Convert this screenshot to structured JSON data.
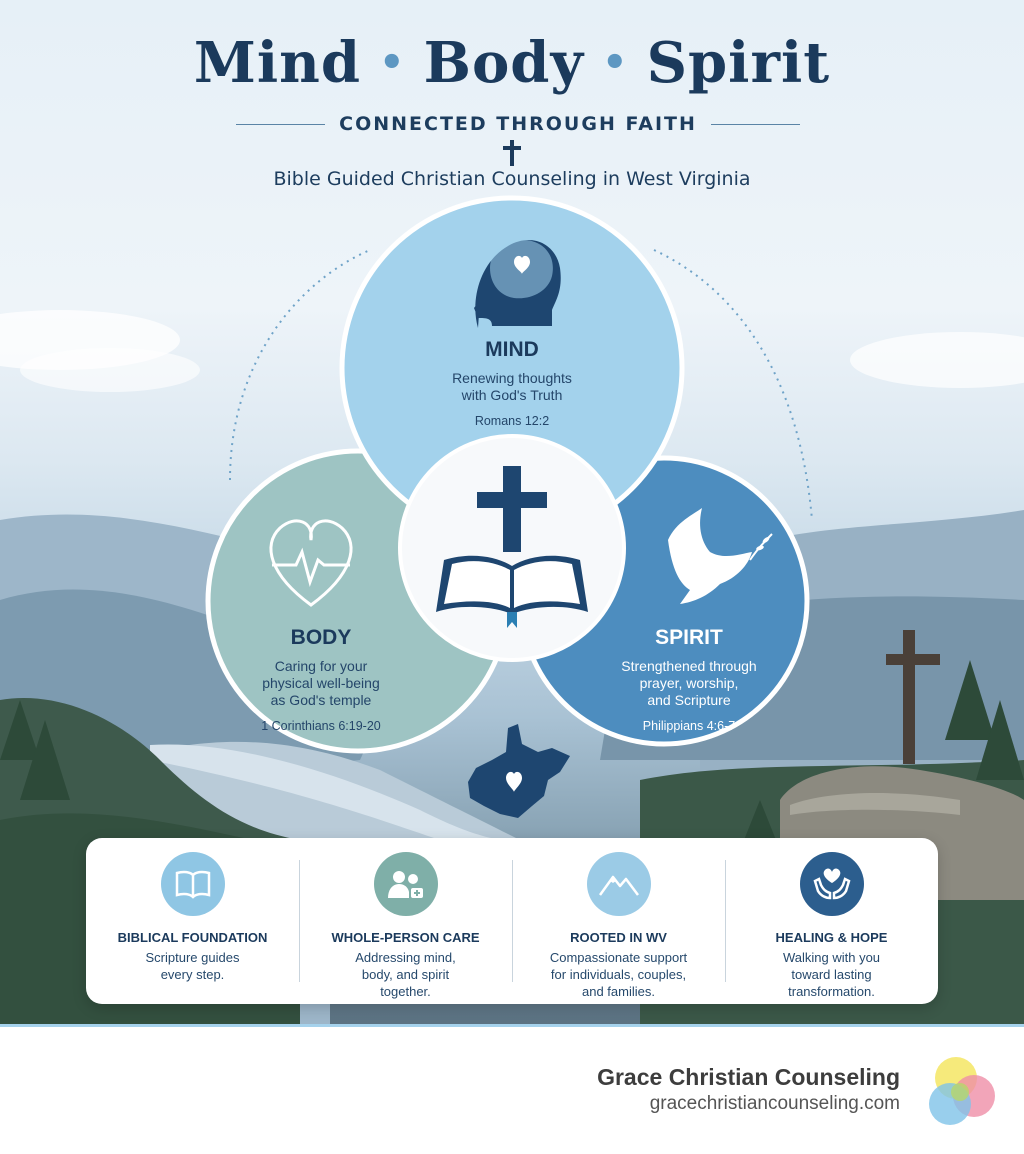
{
  "header": {
    "title_word_1": "Mind",
    "title_word_2": "Body",
    "title_word_3": "Spirit",
    "separator": "•",
    "subtitle": "CONNECTED THROUGH FAITH",
    "tagline": "Bible Guided Christian Counseling in West Virginia"
  },
  "circles": {
    "mind": {
      "title": "MIND",
      "line1": "Renewing thoughts",
      "line2": "with God's Truth",
      "reference": "Romans 12:2",
      "color": "#a3d2ec",
      "icon": "head-brain-icon"
    },
    "body": {
      "title": "BODY",
      "line1": "Caring for your",
      "line2": "physical well-being",
      "line3": "as God's temple",
      "reference": "1 Corinthians 6:19-20",
      "color": "#9ec4c3",
      "icon": "heartbeat-icon"
    },
    "spirit": {
      "title": "SPIRIT",
      "line1": "Strengthened through",
      "line2": "prayer, worship,",
      "line3": "and Scripture",
      "reference": "Philippians 4:6-7",
      "color": "#4d8dbf",
      "icon": "dove-icon"
    },
    "center_icon": "cross-bible-icon",
    "state_icon": "west-virginia-heart-icon"
  },
  "features": [
    {
      "title": "BIBLICAL FOUNDATION",
      "line1": "Scripture guides",
      "line2": "every step.",
      "icon": "open-book-icon",
      "color": "#8fc6e4"
    },
    {
      "title": "WHOLE-PERSON CARE",
      "line1": "Addressing mind,",
      "line2": "body, and spirit",
      "line3": "together.",
      "icon": "people-care-icon",
      "color": "#7fafa8"
    },
    {
      "title": "ROOTED IN WV",
      "line1": "Compassionate support",
      "line2": "for individuals, couples,",
      "line3": "and families.",
      "icon": "mountains-icon",
      "color": "#9bcbe6"
    },
    {
      "title": "HEALING & HOPE",
      "line1": "Walking with you",
      "line2": "toward lasting",
      "line3": "transformation.",
      "icon": "hands-heart-icon",
      "color": "#2c5e8e"
    }
  ],
  "footer": {
    "brand_name": "Grace Christian Counseling",
    "brand_url": "gracechristiancounseling.com",
    "logo_icon": "overlapping-circles-logo",
    "accent_color": "#a5d2ec"
  }
}
